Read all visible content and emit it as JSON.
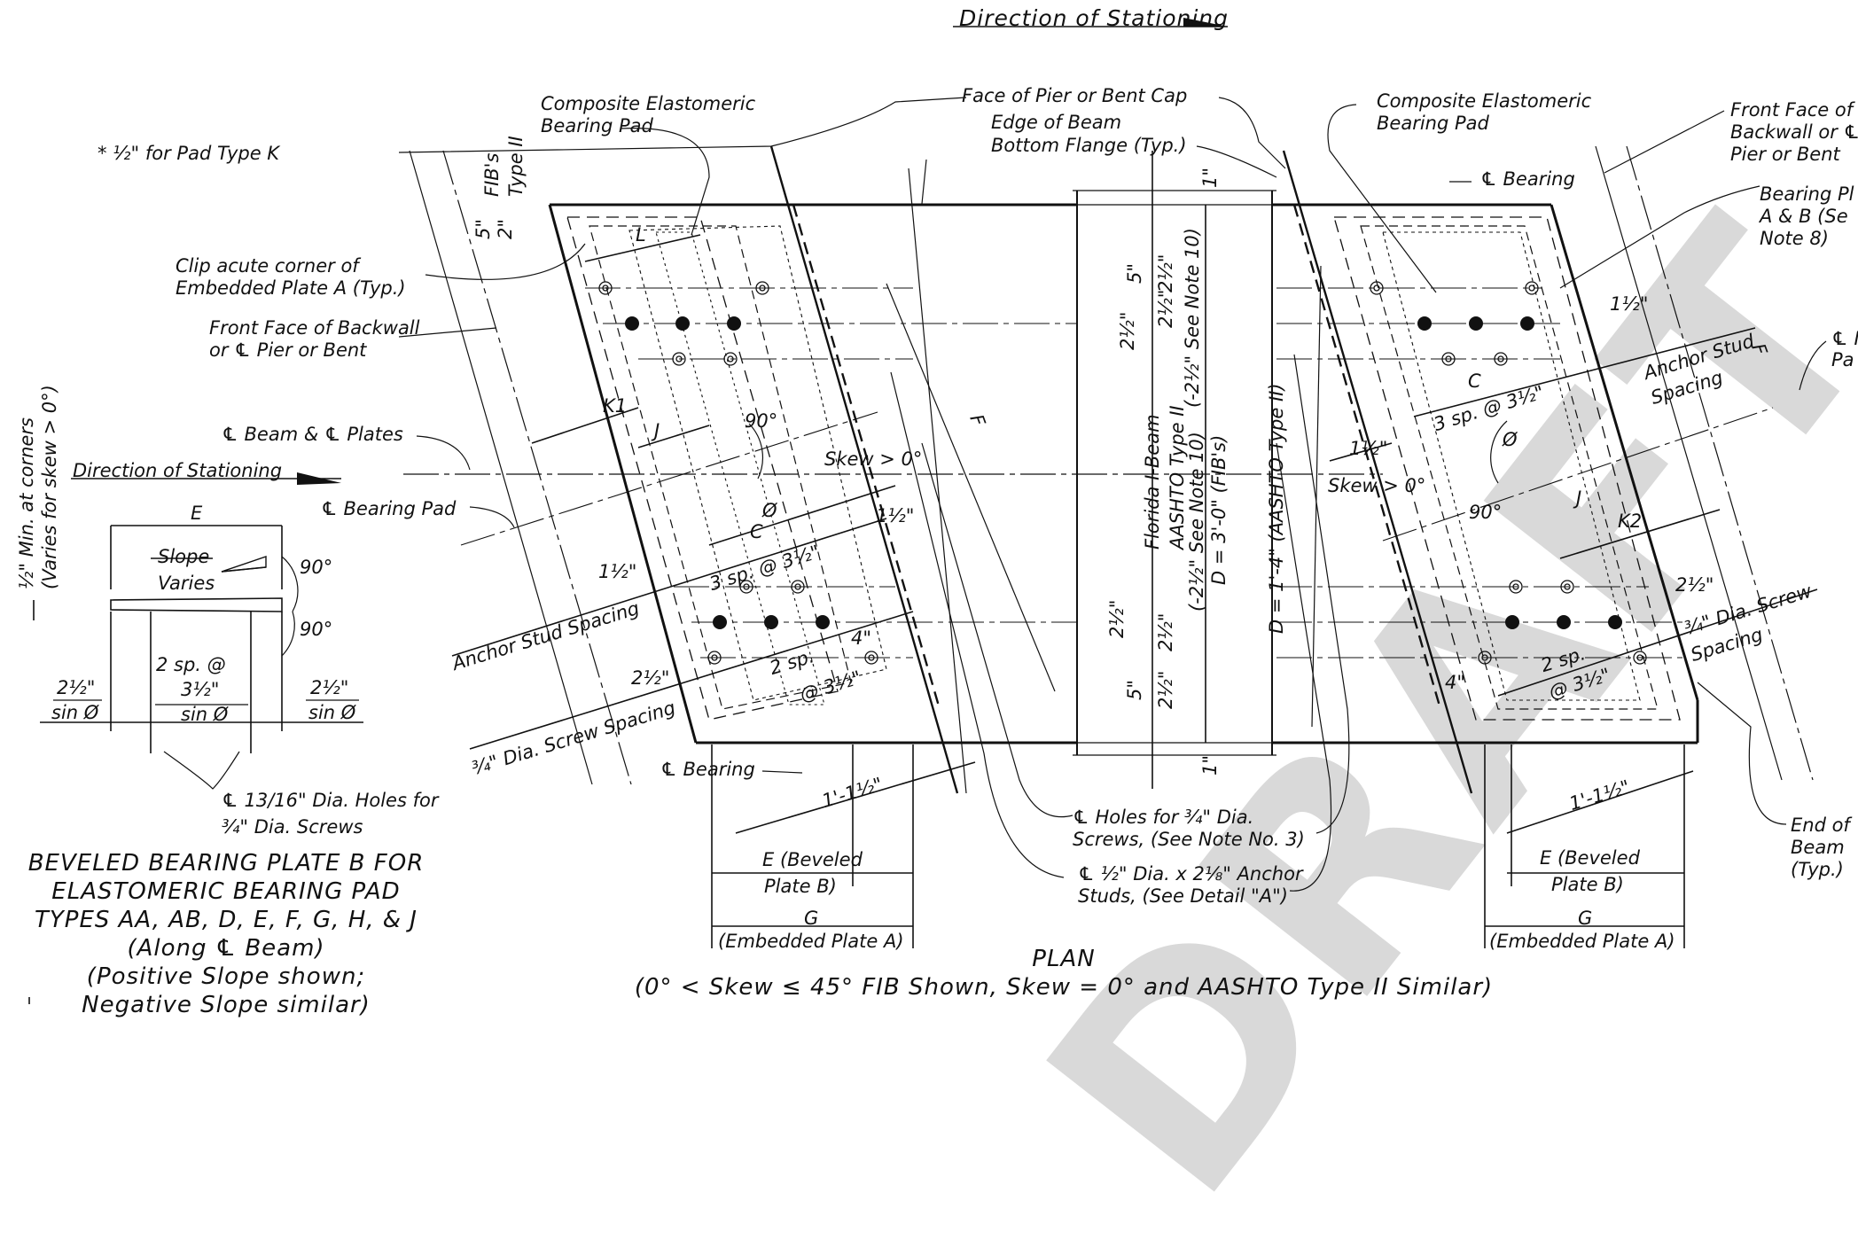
{
  "watermark": "DRAFT",
  "header": {
    "direction_label": "Direction of Stationing"
  },
  "notes": {
    "pad_type_k": "* ½\" for Pad Type K"
  },
  "callouts": {
    "composite_pad_left": [
      "Composite Elastomeric",
      "Bearing Pad"
    ],
    "composite_pad_right": [
      "Composite Elastomeric",
      "Bearing Pad"
    ],
    "face_of_pier": "Face of Pier or Bent Cap",
    "edge_of_beam": [
      "Edge of Beam",
      "Bottom Flange (Typ.)"
    ],
    "front_face_right": [
      "Front Face of",
      "Backwall or ℄",
      "Pier or Bent"
    ],
    "bearing_plates_right": [
      "Bearing Pl",
      "A & B (Se",
      "Note 8)"
    ],
    "cl_bearing_top": "℄ Bearing",
    "clip_corner": [
      "Clip acute corner of",
      "Embedded Plate A (Typ.)"
    ],
    "front_face_left": [
      "Front Face of Backwall",
      "or ℄ Pier or Bent"
    ],
    "cl_beam_plates": "℄ Beam & ℄ Plates",
    "cl_bearing_pad": "℄ Bearing Pad",
    "cl_right_edge": [
      "℄ I",
      "Pa"
    ],
    "anchor_stud_left": "Anchor Stud Spacing",
    "screw_spacing_left": "¾\" Dia. Screw Spacing",
    "anchor_stud_right": [
      "Anchor Stud",
      "Spacing"
    ],
    "screw_spacing_right": [
      "¾\" Dia. Screw",
      "Spacing"
    ],
    "cl_bearing_bottom": "℄ Bearing",
    "holes_note": [
      "℄ Holes for ¾\" Dia.",
      "Screws, (See Note No. 3)"
    ],
    "studs_note": [
      "℄ ½\" Dia. x 2⅛\" Anchor",
      "Studs, (See Detail \"A\")"
    ],
    "end_of_beam": [
      "End of",
      "Beam",
      "(Typ.)"
    ]
  },
  "dimensions": {
    "fibs": "FIB's",
    "type2": "Type II",
    "five": "5\"",
    "two": "2\"",
    "one_inch": "1\"",
    "L": "L",
    "K1": "K1",
    "K2": "K2",
    "J": "J",
    "C": "C",
    "F": "F",
    "E": "E",
    "G": "G",
    "angle90": "90°",
    "phi": "Ø",
    "skew": "Skew > 0°",
    "one_half": "1½\"",
    "two_half": "2½\"",
    "four": "4\"",
    "three_sp": "3 sp. @ 3½\"",
    "two_sp": "2 sp.",
    "at_three_half": "@ 3½\"",
    "one_one_half": "1'-1½\"",
    "e_beveled": [
      "E (Beveled",
      "Plate B)"
    ],
    "g_embedded": "(Embedded Plate A)",
    "vert_5": "5\"",
    "vert_2half": "2½\"",
    "neg_2half": "(-2½\" See Note 10)",
    "d_fib": "D = 3'-0\" (FIB's)",
    "d_aashto": "D = 1'-4\" (AASHTO Type II)",
    "florida": [
      "Florida I-Beam",
      "AASHTO Type II"
    ]
  },
  "detail_b": {
    "min_corners": [
      "½\" Min. at corners",
      "(Varies for skew > 0°)"
    ],
    "direction": "Direction of Stationing",
    "E": "E",
    "slope": [
      "Slope",
      "Varies"
    ],
    "angle1": "90°",
    "angle2": "90°",
    "two_sp": [
      "2 sp. @",
      "3½\"",
      "sin Ø"
    ],
    "left_dim": [
      "2½\"",
      "sin Ø"
    ],
    "right_dim": [
      "2½\"",
      "sin Ø"
    ],
    "holes": [
      "℄ 13/16\" Dia. Holes for",
      "¾\" Dia. Screws"
    ],
    "title": [
      "BEVELED BEARING PLATE B FOR",
      "ELASTOMERIC BEARING PAD",
      "TYPES AA, AB, D, E, F, G, H, & J",
      "(Along ℄ Beam)",
      "(Positive Slope shown;",
      "Negative Slope similar)"
    ]
  },
  "plan_title": [
    "PLAN",
    "(0° < Skew ≤ 45° FIB Shown, Skew = 0° and AASHTO Type II Similar)"
  ]
}
